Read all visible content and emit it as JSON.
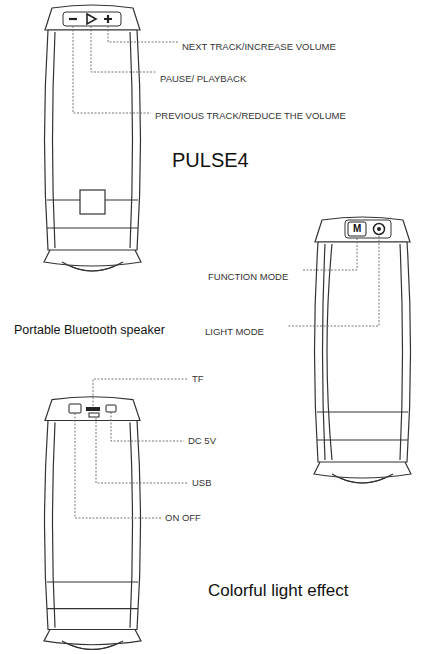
{
  "diagram": {
    "labels": [
      "NEXT TRACK/INCREASE VOLUME",
      "PAUSE/ PLAYBACK",
      "PREVIOUS TRACK/REDUCE THE VOLUME",
      "PULSE4",
      "M",
      "FUNCTION MODE",
      "LIGHT MODE",
      "Portable Bluetooth speaker",
      "TF",
      "DC  5V",
      "USB",
      "ON OFF",
      "Colorful light effect"
    ]
  }
}
